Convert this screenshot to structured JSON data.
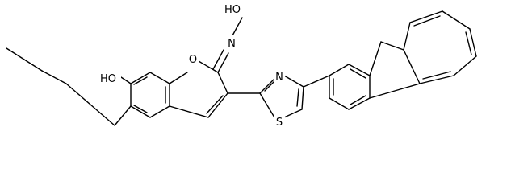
{
  "molecule": {
    "atom_labels": {
      "oxime_hydroxyl": "HO",
      "oxime_nitrogen": "N",
      "chromene_oxygen": "O",
      "phenol_hydroxyl": "HO",
      "thiazole_nitrogen": "N",
      "thiazole_sulfur": "S"
    },
    "colors": {
      "bond": "#000000",
      "label": "#000000",
      "background": "#ffffff"
    }
  }
}
